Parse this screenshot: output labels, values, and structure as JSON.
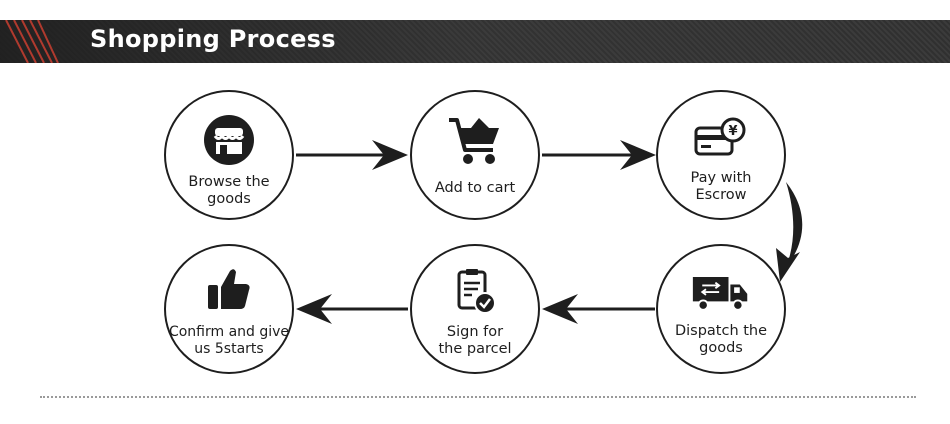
{
  "header": {
    "title": "Shopping Process"
  },
  "steps": [
    {
      "label_line1": "Browse the",
      "label_line2": "goods",
      "icon": "storefront-icon"
    },
    {
      "label_line1": "Add to cart",
      "label_line2": "",
      "icon": "shopping-cart-icon"
    },
    {
      "label_line1": "Pay with",
      "label_line2": "Escrow",
      "icon": "card-yen-payment-icon"
    },
    {
      "label_line1": "Dispatch the",
      "label_line2": "goods",
      "icon": "delivery-truck-icon"
    },
    {
      "label_line1": "Sign for",
      "label_line2": "the parcel",
      "icon": "clipboard-check-icon"
    },
    {
      "label_line1": "Confirm and give",
      "label_line2": "us 5starts",
      "icon": "thumbs-up-icon"
    }
  ],
  "colors": {
    "banner": "#333333",
    "ink": "#1e1e1e",
    "accent": "#c0392b"
  }
}
